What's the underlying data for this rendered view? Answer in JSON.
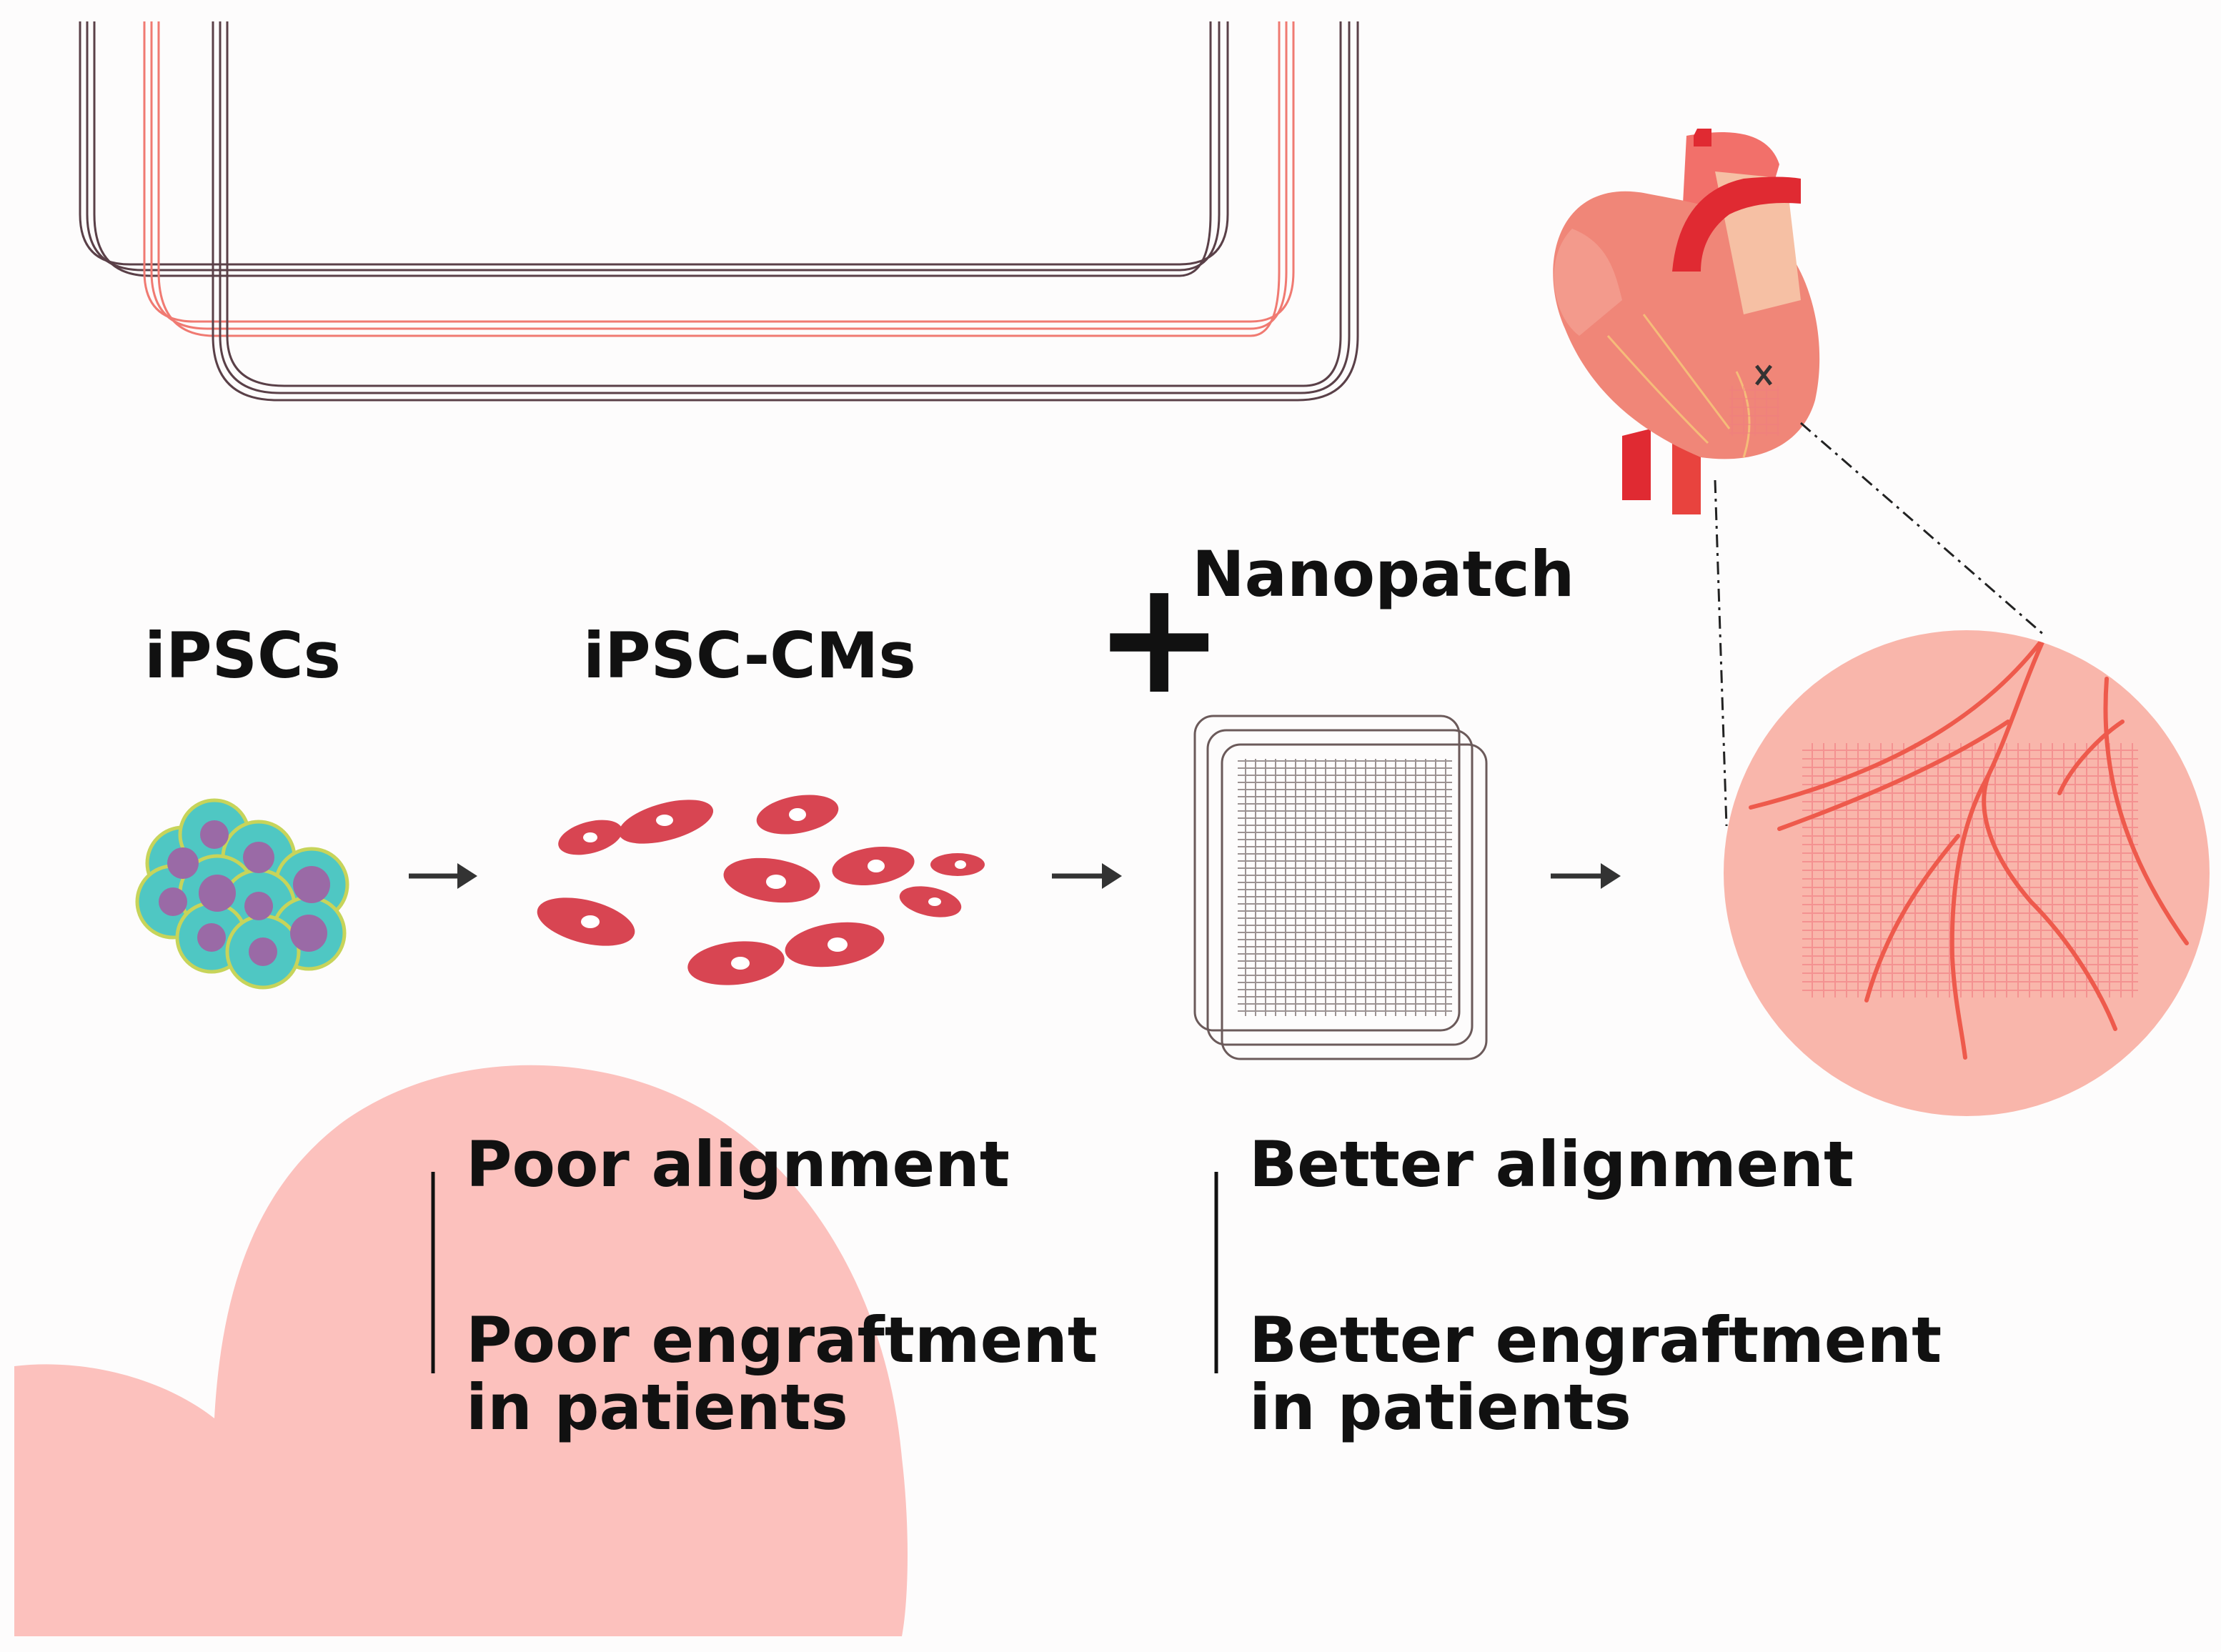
{
  "labels": {
    "ipscs": "iPSCs",
    "ipsc_cms": "iPSC-CMs",
    "plus": "+",
    "nanopatch": "Nanopatch"
  },
  "outcomes": {
    "left": {
      "alignment": "Poor alignment",
      "engraftment_line1": "Poor engraftment",
      "engraftment_line2": "in patients"
    },
    "right": {
      "alignment": "Better alignment",
      "engraftment_line1": "Better engraftment",
      "engraftment_line2": "in patients"
    }
  },
  "colors": {
    "stem_cell_fill": "#4fc7c3",
    "stem_cell_nucleus": "#9a6aa6",
    "cardiomyocyte": "#d84552",
    "blob": "#fcc1bd",
    "arrow": "#333333",
    "frame_dark": "#5a4048",
    "frame_red": "#f07a72",
    "zoom_circle": "#f9b6ab",
    "vessel": "#ee5a4c",
    "heart_body": "#f08678",
    "aorta": "#e02a32"
  },
  "icons": {
    "stem_cells": "stem-cell-cluster-icon",
    "cardiomyocytes": "cardiomyocyte-icon",
    "nanopatch": "nanopatch-icon",
    "heart": "heart-icon",
    "zoom": "zoom-circle-icon"
  }
}
